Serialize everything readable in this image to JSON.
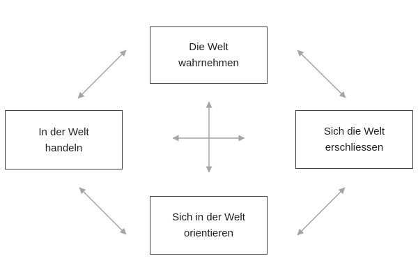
{
  "colors": {
    "background": "#ffffff",
    "box_border": "#404040",
    "box_fill": "#ffffff",
    "text": "#212121",
    "arrow": "#a4a4a4"
  },
  "nodes": [
    {
      "id": "top",
      "label": "Die Welt wahrnehmen",
      "lines": [
        "Die Welt",
        "wahrnehmen"
      ]
    },
    {
      "id": "left",
      "label": "In der Welt handeln",
      "lines": [
        "In der Welt",
        "handeln"
      ]
    },
    {
      "id": "right",
      "label": "Sich die Welt erschliessen",
      "lines": [
        "Sich die Welt",
        "erschliessen"
      ]
    },
    {
      "id": "bottom",
      "label": "Sich in der Welt orientieren",
      "lines": [
        "Sich in der Welt",
        "orientieren"
      ]
    }
  ],
  "connectors": [
    {
      "name": "center-vertical",
      "type": "double-arrow",
      "between": [
        "top",
        "bottom"
      ]
    },
    {
      "name": "center-horizontal",
      "type": "double-arrow",
      "between": [
        "left",
        "right"
      ]
    },
    {
      "name": "diagonal-top-left",
      "type": "double-arrow",
      "between": [
        "left",
        "top"
      ]
    },
    {
      "name": "diagonal-top-right",
      "type": "double-arrow",
      "between": [
        "top",
        "right"
      ]
    },
    {
      "name": "diagonal-bottom-left",
      "type": "double-arrow",
      "between": [
        "left",
        "bottom"
      ]
    },
    {
      "name": "diagonal-bottom-right",
      "type": "double-arrow",
      "between": [
        "bottom",
        "right"
      ]
    }
  ]
}
